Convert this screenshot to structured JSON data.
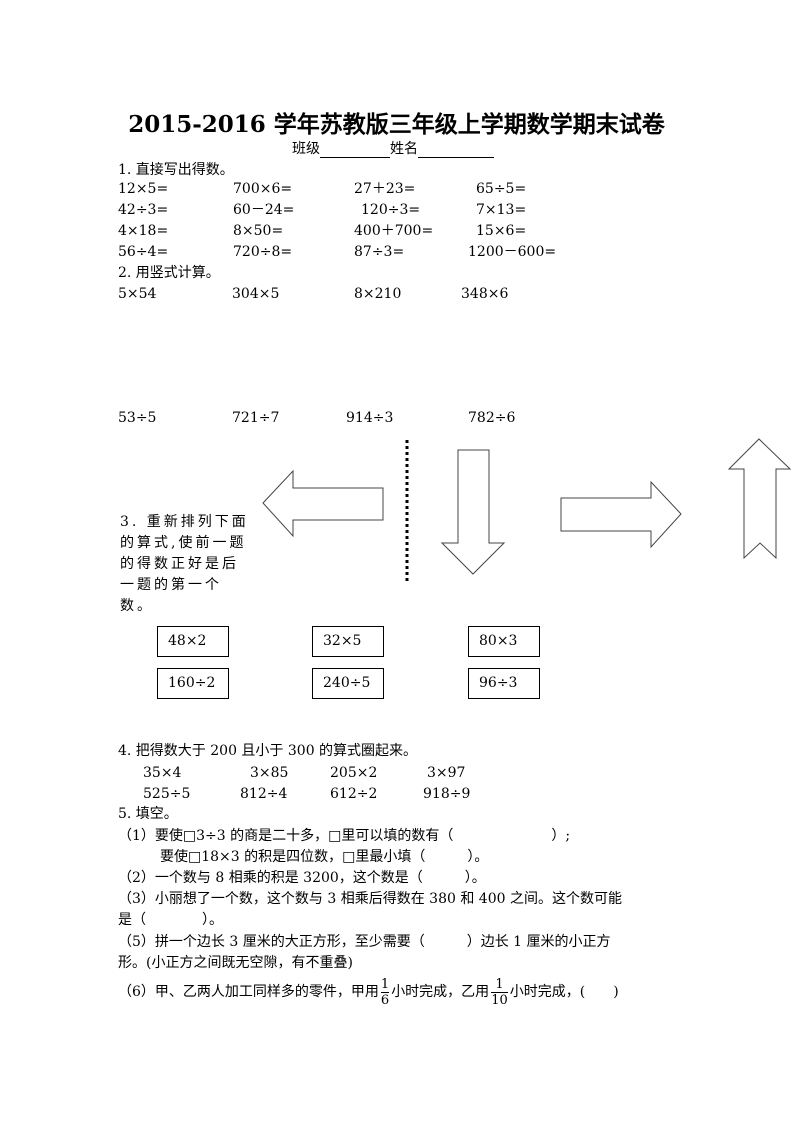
{
  "title": "2015-2016 学年苏教版三年级上学期数学期末试卷",
  "header": {
    "class_label": "班级",
    "name_label": "姓名"
  },
  "q1": {
    "heading": "1. 直接写出得数。",
    "rows": [
      [
        "12×5=",
        "700×6=",
        "27＋23=",
        "65÷5="
      ],
      [
        "42÷3=",
        "60－24=",
        "120÷3=",
        "7×13="
      ],
      [
        "4×18=",
        "8×50=",
        "400＋700=",
        "15×6="
      ],
      [
        "56÷4=",
        "720÷8=",
        "87÷3=",
        "1200－600="
      ]
    ]
  },
  "q2": {
    "heading": "2. 用竖式计算。",
    "row1": [
      "5×54",
      "304×5",
      "8×210",
      "348×6"
    ],
    "row2": [
      "53÷5",
      "721÷7",
      "914÷3",
      "782÷6"
    ]
  },
  "q3": {
    "heading": "3. 重新排列下面的算式,使前一题的得数正好是后一题的第一个数。",
    "boxes": [
      "48×2",
      "32×5",
      "80×3",
      "160÷2",
      "240÷5",
      "96÷3"
    ]
  },
  "q4": {
    "heading": "4. 把得数大于 200 且小于 300 的算式圈起来。",
    "rows": [
      [
        "35×4",
        "3×85",
        "205×2",
        "3×97"
      ],
      [
        "525÷5",
        "812÷4",
        "612÷2",
        "918÷9"
      ]
    ]
  },
  "q5": {
    "heading": "5. 填空。",
    "l1": "（1）要使□3÷3 的商是二十多，□里可以填的数有（　　　　　　　）;",
    "l2": "要使□18×3 的积是四位数，□里最小填（　　　）。",
    "l3": "（2）一个数与 8 相乘的积是 3200，这个数是（　　　）。",
    "l4": "（3）小丽想了一个数，这个数与 3 相乘后得数在 380 和 400 之间。这个数可能",
    "l5": "是（　　　　）。",
    "l6": "（5）拼一个边长 3 厘米的大正方形，至少需要（　　　）边长 1 厘米的小正方",
    "l7": "形。(小正方之间既无空隙，有不重叠)",
    "l8a": "（6）甲、乙两人加工同样多的零件，甲用",
    "f1n": "1",
    "f1d": "6",
    "l8b": "小时完成，乙用",
    "f2n": "1",
    "f2d": "10",
    "l8c": "小时完成，(　　)"
  }
}
